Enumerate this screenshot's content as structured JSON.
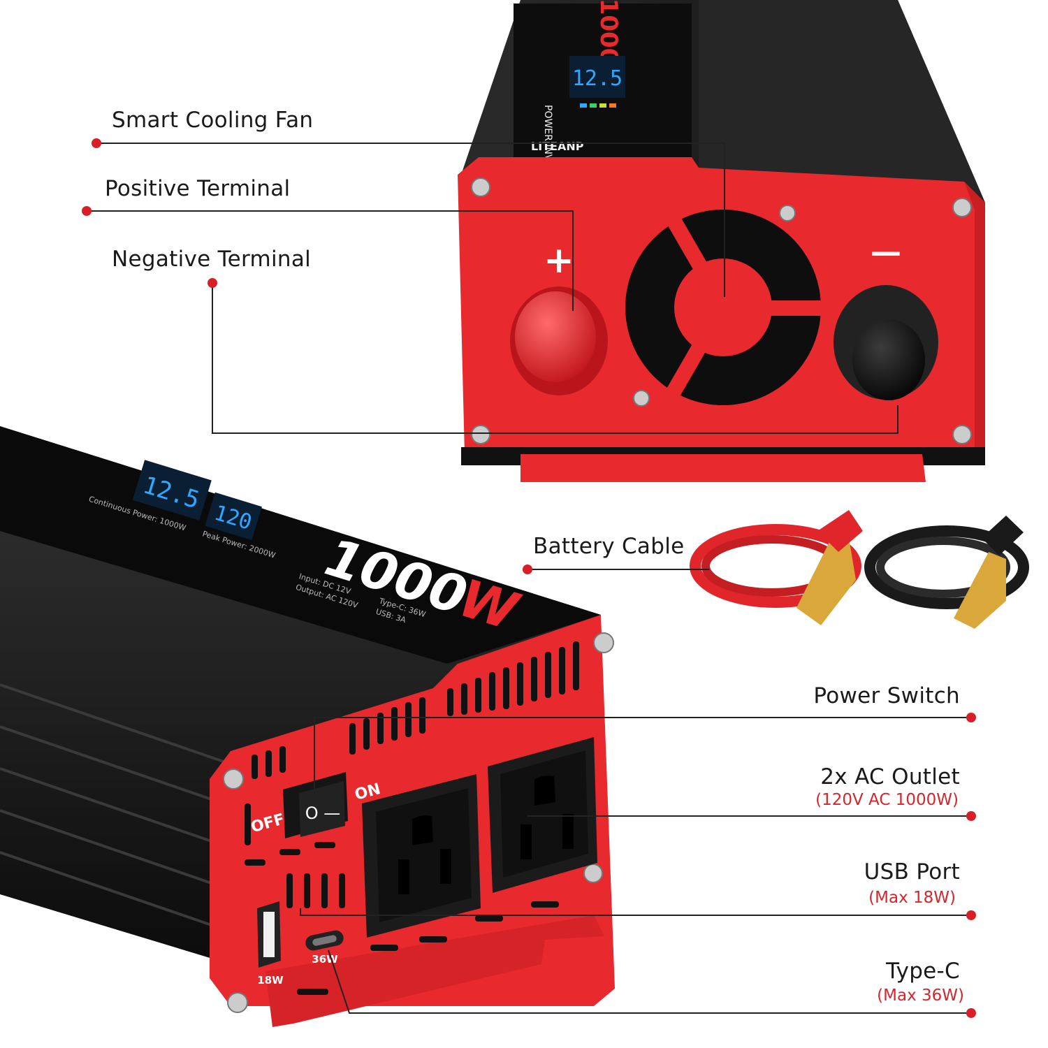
{
  "colors": {
    "accent_red": "#e82a2e",
    "callout_dot": "#d91f26",
    "body_black": "#1b1b1b",
    "line": "#222222"
  },
  "callouts": {
    "smart_cooling_fan": {
      "label": "Smart Cooling Fan"
    },
    "positive_terminal": {
      "label": "Positive Terminal"
    },
    "negative_terminal": {
      "label": "Negative Terminal"
    },
    "battery_cable": {
      "label": "Battery Cable"
    },
    "power_switch": {
      "label": "Power Switch"
    },
    "ac_outlet": {
      "label": "2x AC Outlet",
      "detail": "(120V AC 1000W)"
    },
    "usb_port": {
      "label": "USB Port",
      "detail": "(Max 18W)"
    },
    "type_c": {
      "label": "Type-C",
      "detail": "(Max 36W)"
    }
  },
  "product": {
    "brand": "LITEANP",
    "product_line": "POWER INVERTER",
    "wattage": "1000",
    "wattage_unit": "W",
    "display_value": "12.5",
    "display_value_2": "120",
    "continuous_power": "Continuous Power: 1000W",
    "peak_power": "Peak Power: 2000W",
    "input_spec": "Input: DC 12V",
    "output_spec": "Output: AC 120V",
    "typec_spec": "Type-C: 36W",
    "usb_spec": "USB: 3A",
    "plus_sign": "+",
    "minus_sign": "—",
    "switch_off": "OFF",
    "switch_on": "ON",
    "switch_symbol": "O —",
    "usb_rating": "18W",
    "typec_rating": "36W"
  }
}
